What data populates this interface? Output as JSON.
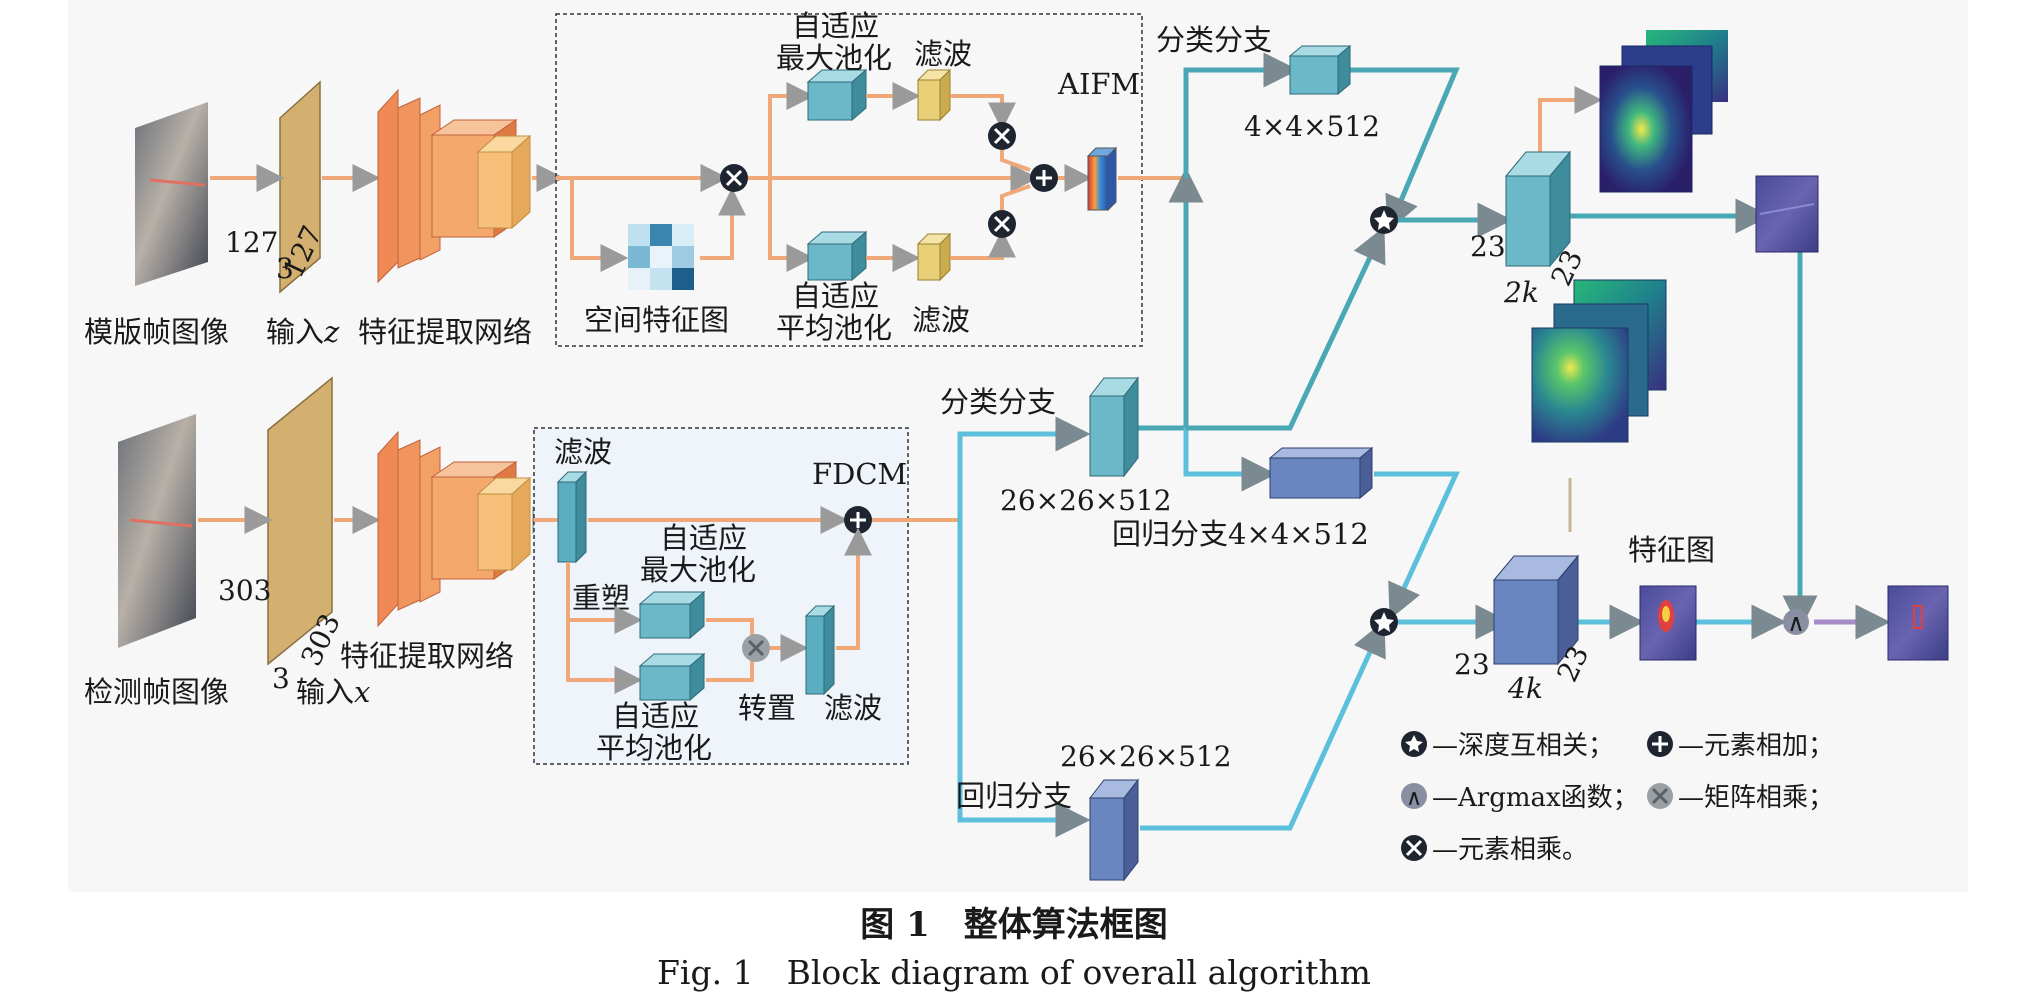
{
  "template_branch": {
    "image_label": "模版帧图像",
    "input_label": "输入",
    "input_var": "z",
    "dim_height": "127",
    "dim_width": "127",
    "dim_channels": "3",
    "feature_label": "特征提取网络"
  },
  "search_branch": {
    "image_label": "检测帧图像",
    "input_label": "输入",
    "input_var": "x",
    "dim_height": "303",
    "dim_width": "303",
    "dim_channels": "3",
    "feature_label": "特征提取网络"
  },
  "aifm": {
    "title": "AIFM",
    "max_pool_line1": "自适应",
    "max_pool_line2": "最大池化",
    "avg_pool_line1": "自适应",
    "avg_pool_line2": "平均池化",
    "filter_top": "滤波",
    "filter_bottom": "滤波",
    "spatial_map": "空间特征图"
  },
  "fdcm": {
    "title": "FDCM",
    "filter_in": "滤波",
    "max_pool_line1": "自适应",
    "max_pool_line2": "最大池化",
    "reshape": "重塑",
    "avg_pool_line1": "自适应",
    "avg_pool_line2": "平均池化",
    "transpose": "转置",
    "filter_out": "滤波"
  },
  "branches": {
    "cls_top_label": "分类分支",
    "cls_top_dims": "4×4×512",
    "cls_mid_label": "分类分支",
    "cls_mid_dims": "26×26×512",
    "reg_top_label": "回归分支4×4×512",
    "reg_bottom_label": "回归分支",
    "reg_bottom_dims": "26×26×512"
  },
  "outputs": {
    "cls_dim_a": "23",
    "cls_dim_b": "23",
    "cls_channels": "2k",
    "reg_dim_a": "23",
    "reg_dim_b": "23",
    "reg_channels": "4k",
    "feature_map_label": "特征图"
  },
  "legend": [
    {
      "symbol": "star",
      "text": "—深度互相关；"
    },
    {
      "symbol": "plus",
      "text": "—元素相加；"
    },
    {
      "symbol": "argmax",
      "text": "—Argmax函数；"
    },
    {
      "symbol": "matmul",
      "text": "—矩阵相乘；"
    },
    {
      "symbol": "times",
      "text": "—元素相乘。"
    }
  ],
  "caption": {
    "cn": "图 1　整体算法框图",
    "en": "Fig. 1　Block diagram of overall algorithm"
  },
  "colors": {
    "orange_line": "#f0a878",
    "blue_line": "#5cc0dc",
    "teal_line": "#4aa8b4",
    "purple_line": "#a78cc8",
    "feature_box": "#f08a55",
    "feature_box_light": "#f6c07a",
    "input_plane": "#d3b070",
    "cls_box": "#6ab8c8",
    "reg_box": "#6a86c0",
    "yellow_box": "#e8cf78",
    "fdcm_bg": "#eef4fa"
  }
}
